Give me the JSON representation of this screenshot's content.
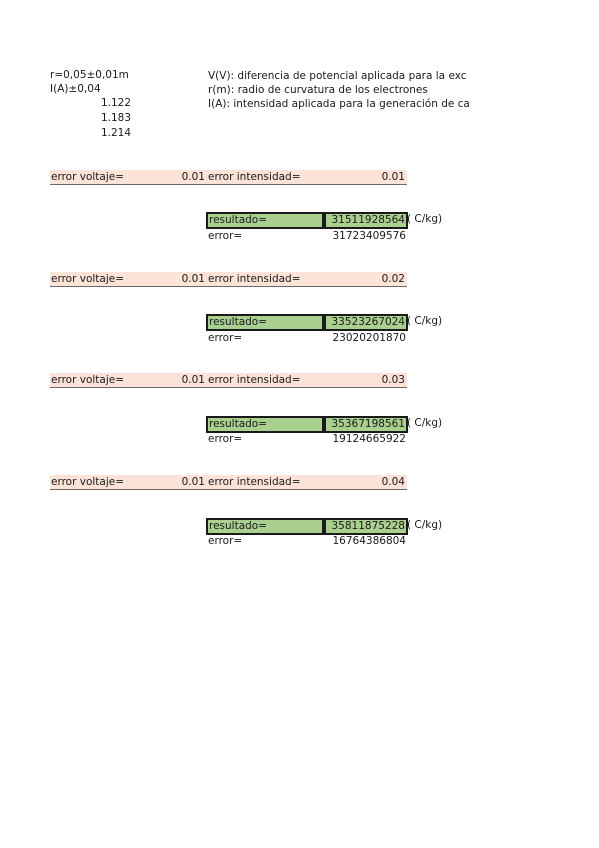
{
  "params": {
    "r_label": "r=0,05±0,01m",
    "i_label": "I(A)±0,04",
    "currents": [
      "1.122",
      "1.183",
      "1.214"
    ]
  },
  "legend": [
    "V(V): diferencia de potencial aplicada para la exc",
    "r(m): radio de curvatura de los electrones",
    "I(A): intensidad aplicada para la generación de ca"
  ],
  "blocks": [
    {
      "error_voltaje_label": "error voltaje=",
      "error_voltaje": "0.01",
      "error_intensidad_label": "error intensidad=",
      "error_intensidad": "0.01",
      "resultado_label": "resultado=",
      "resultado": "31511928564",
      "unit": "( C/kg)",
      "error_label": "error=",
      "error": "31723409576"
    },
    {
      "error_voltaje_label": "error voltaje=",
      "error_voltaje": "0.01",
      "error_intensidad_label": "error intensidad=",
      "error_intensidad": "0.02",
      "resultado_label": "resultado=",
      "resultado": "33523267024",
      "unit": "( C/kg)",
      "error_label": "error=",
      "error": "23020201870"
    },
    {
      "error_voltaje_label": "error voltaje=",
      "error_voltaje": "0.01",
      "error_intensidad_label": "error intensidad=",
      "error_intensidad": "0.03",
      "resultado_label": "resultado=",
      "resultado": "35367198561",
      "unit": "( C/kg)",
      "error_label": "error=",
      "error": "19124665922"
    },
    {
      "error_voltaje_label": "error voltaje=",
      "error_voltaje": "0.01",
      "error_intensidad_label": "error intensidad=",
      "error_intensidad": "0.04",
      "resultado_label": "resultado=",
      "resultado": "35811875228",
      "unit": "( C/kg)",
      "error_label": "error=",
      "error": "16764386804"
    }
  ]
}
